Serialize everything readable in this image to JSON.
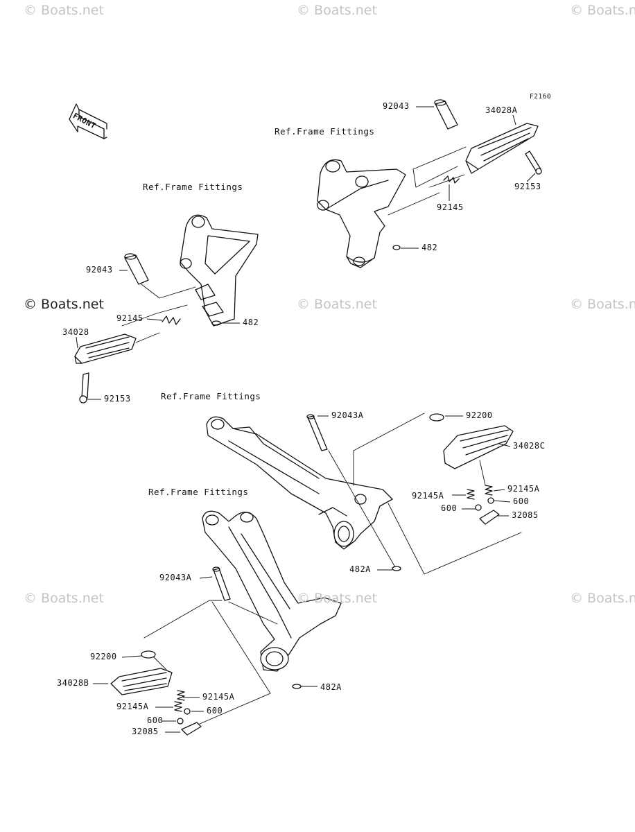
{
  "diagram_code": "F2160",
  "front_label": "FRONT",
  "watermarks": [
    "© Boats.net",
    "© Boats.net",
    "© Boats.net",
    "© Boats.net",
    "© Boats.net",
    "© Boats.net",
    "© Boats.net",
    "© Boats.net",
    "© Boats.net"
  ],
  "ref_labels": [
    "Ref.Frame Fittings",
    "Ref.Frame Fittings",
    "Ref.Frame Fittings",
    "Ref.Frame Fittings"
  ],
  "parts": {
    "p_92043_tr": "92043",
    "p_34028A": "34028A",
    "p_92153_tr": "92153",
    "p_92145_tr": "92145",
    "p_482_tr": "482",
    "p_92043_l": "92043",
    "p_92145_l": "92145",
    "p_482_l": "482",
    "p_34028": "34028",
    "p_92153_l": "92153",
    "p_92043A_r": "92043A",
    "p_92200_r": "92200",
    "p_34028C": "34028C",
    "p_92145A_r1": "92145A",
    "p_92145A_r2": "92145A",
    "p_600_r1": "600",
    "p_600_r2": "600",
    "p_32085_r": "32085",
    "p_482A_r": "482A",
    "p_92043A_b": "92043A",
    "p_92200_b": "92200",
    "p_34028B": "34028B",
    "p_92145A_b1": "92145A",
    "p_92145A_b2": "92145A",
    "p_600_b1": "600",
    "p_600_b2": "600",
    "p_32085_b": "32085",
    "p_482A_b": "482A"
  }
}
